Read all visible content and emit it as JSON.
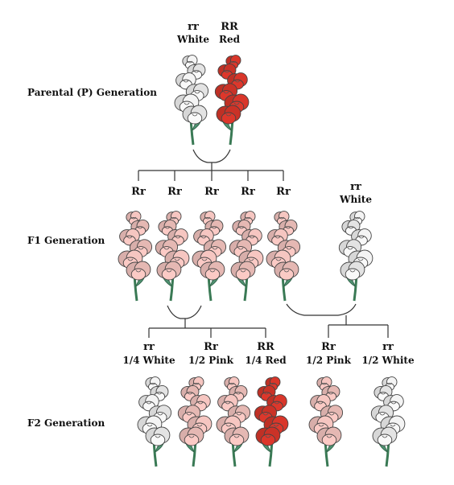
{
  "generations": {
    "parental": "Parental (P) Generation",
    "f1": "F1 Generation",
    "f2": "F2 Generation"
  },
  "parents": [
    {
      "genotype": "rr",
      "phenotype": "White",
      "color": "white"
    },
    {
      "genotype": "RR",
      "phenotype": "Red",
      "color": "red"
    }
  ],
  "f1_offspring": [
    {
      "genotype": "Rr",
      "color": "pink"
    },
    {
      "genotype": "Rr",
      "color": "pink"
    },
    {
      "genotype": "Rr",
      "color": "pink"
    },
    {
      "genotype": "Rr",
      "color": "pink"
    },
    {
      "genotype": "Rr",
      "color": "pink"
    }
  ],
  "f1_cross_parent": {
    "genotype": "rr",
    "phenotype": "White",
    "color": "white"
  },
  "f2_cross1": [
    {
      "genotype": "rr",
      "phenotype": "1/4 White",
      "color": "white"
    },
    {
      "genotype": "Rr",
      "phenotype": "1/2 Pink",
      "color": "pink"
    },
    {
      "genotype": "RR",
      "phenotype": "1/4 Red",
      "color": "red"
    }
  ],
  "f2_cross2": [
    {
      "genotype": "Rr",
      "phenotype": "1/2 Pink",
      "color": "pink"
    },
    {
      "genotype": "rr",
      "phenotype": "1/2 White",
      "color": "white"
    }
  ],
  "colors": {
    "white": "#f4f4f4",
    "pink": "#f6c6c1",
    "red": "#d9362a",
    "stem": "#3a7a55"
  }
}
